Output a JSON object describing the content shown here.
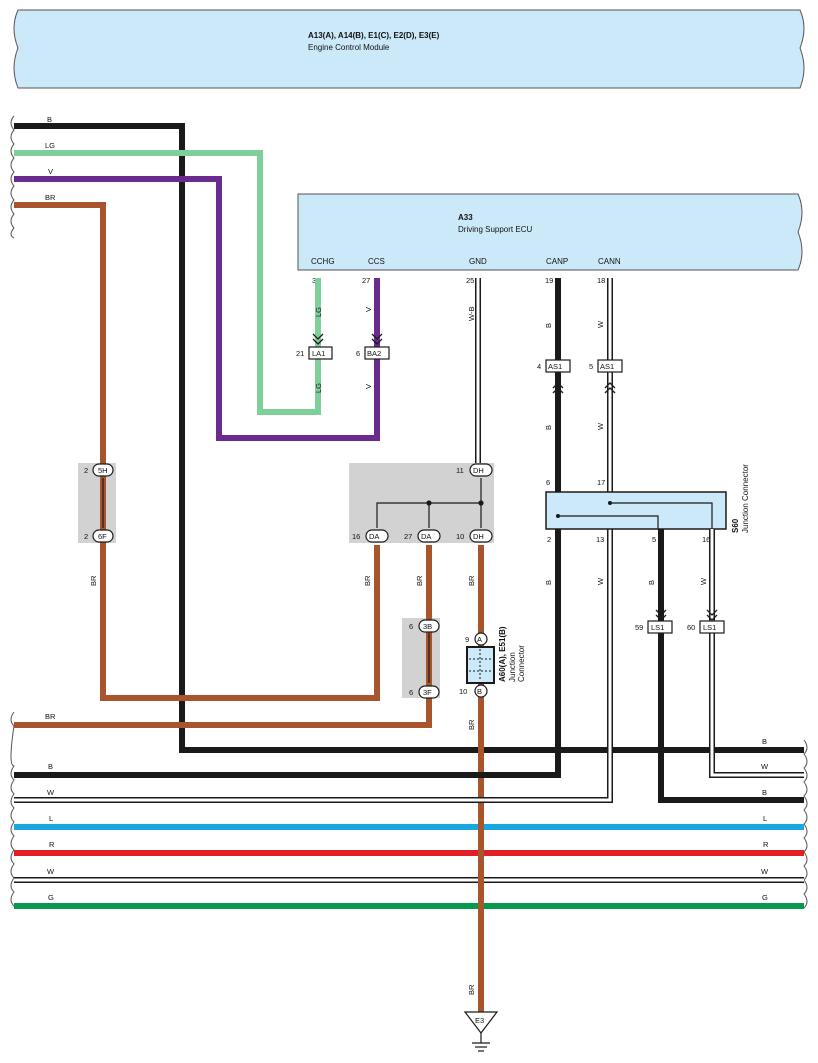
{
  "ecm": {
    "codes": "A13(A), A14(B), E1(C), E2(D), E3(E)",
    "name": "Engine Control Module"
  },
  "ds_ecu": {
    "code": "A33",
    "name": "Driving Support ECU",
    "pins": [
      {
        "name": "CCHG",
        "num": "30"
      },
      {
        "name": "CCS",
        "num": "27"
      },
      {
        "name": "GND",
        "num": "25"
      },
      {
        "name": "CANP",
        "num": "19"
      },
      {
        "name": "CANN",
        "num": "18"
      }
    ]
  },
  "left_wires": [
    "B",
    "LG",
    "V",
    "BR"
  ],
  "wire_labels": {
    "lg": "LG",
    "v": "V",
    "wb": "W-B",
    "b": "B",
    "w": "W",
    "br": "BR"
  },
  "connectors": {
    "la1": {
      "pin": "21",
      "name": "LA1"
    },
    "ba2": {
      "pin": "6",
      "name": "BA2"
    },
    "as1_b": {
      "pin": "4",
      "name": "AS1"
    },
    "as1_w": {
      "pin": "5",
      "name": "AS1"
    },
    "sh": {
      "pin": "2",
      "name": "5H"
    },
    "sf": {
      "pin": "2",
      "name": "6F"
    },
    "dh_top": {
      "pin": "11",
      "name": "DH"
    },
    "da1": {
      "pin": "16",
      "name": "DA"
    },
    "da2": {
      "pin": "27",
      "name": "DA"
    },
    "dh_bot": {
      "pin": "10",
      "name": "DH"
    },
    "b3": {
      "pin": "6",
      "name": "3B"
    },
    "f3": {
      "pin": "6",
      "name": "3F"
    },
    "ls1_b": {
      "pin": "59",
      "name": "LS1"
    },
    "ls1_w": {
      "pin": "60",
      "name": "LS1"
    },
    "jA": {
      "pin": "9",
      "name": "A"
    },
    "jB": {
      "pin": "10",
      "name": "B"
    }
  },
  "s60": {
    "code": "S60",
    "name": "Junction Connector",
    "pins_top": [
      "6",
      "17"
    ],
    "pins_bottom": [
      "2",
      "13",
      "5",
      "16"
    ]
  },
  "jc_a60": {
    "code": "A60(A), E51(B)",
    "line1": "Junction",
    "line2": "Connector"
  },
  "bottom_left": [
    "BR",
    "B",
    "W",
    "L",
    "R",
    "W",
    "G"
  ],
  "bottom_right": [
    "B",
    "W",
    "B",
    "L",
    "R",
    "W",
    "G"
  ],
  "ground": "E3",
  "colors": {
    "ecu_fill": "#cce9f9",
    "b": "#1a1a1a",
    "lg": "#7fcf9a",
    "v": "#6a2a8e",
    "br": "#a8552d",
    "l": "#1aa7e0",
    "r": "#e21f26",
    "g": "#079a4f",
    "junction_fill": "#d2d2d2"
  }
}
